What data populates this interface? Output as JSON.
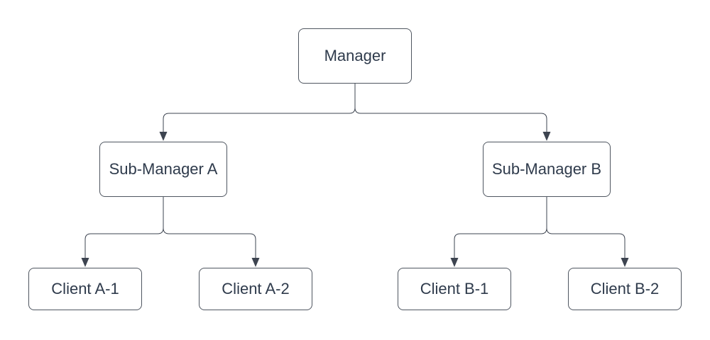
{
  "diagram": {
    "type": "org-chart",
    "nodes": [
      {
        "id": "manager",
        "label": "Manager",
        "level": 1
      },
      {
        "id": "sub-manager-a",
        "label": "Sub-Manager A",
        "level": 2
      },
      {
        "id": "sub-manager-b",
        "label": "Sub-Manager B",
        "level": 2
      },
      {
        "id": "client-a1",
        "label": "Client A-1",
        "level": 3
      },
      {
        "id": "client-a2",
        "label": "Client A-2",
        "level": 3
      },
      {
        "id": "client-b1",
        "label": "Client B-1",
        "level": 3
      },
      {
        "id": "client-b2",
        "label": "Client B-2",
        "level": 3
      }
    ],
    "edges": [
      {
        "from": "manager",
        "to": "sub-manager-a"
      },
      {
        "from": "manager",
        "to": "sub-manager-b"
      },
      {
        "from": "sub-manager-a",
        "to": "client-a1"
      },
      {
        "from": "sub-manager-a",
        "to": "client-a2"
      },
      {
        "from": "sub-manager-b",
        "to": "client-b1"
      },
      {
        "from": "sub-manager-b",
        "to": "client-b2"
      }
    ],
    "edge_style": {
      "routing": "orthogonal-rounded",
      "arrow": "filled-triangle"
    },
    "colors": {
      "background": "#ffffff",
      "node_fill": "#ffffff",
      "node_border": "#4f5660",
      "connector": "#3d4450",
      "text": "#2f3b4c"
    }
  }
}
